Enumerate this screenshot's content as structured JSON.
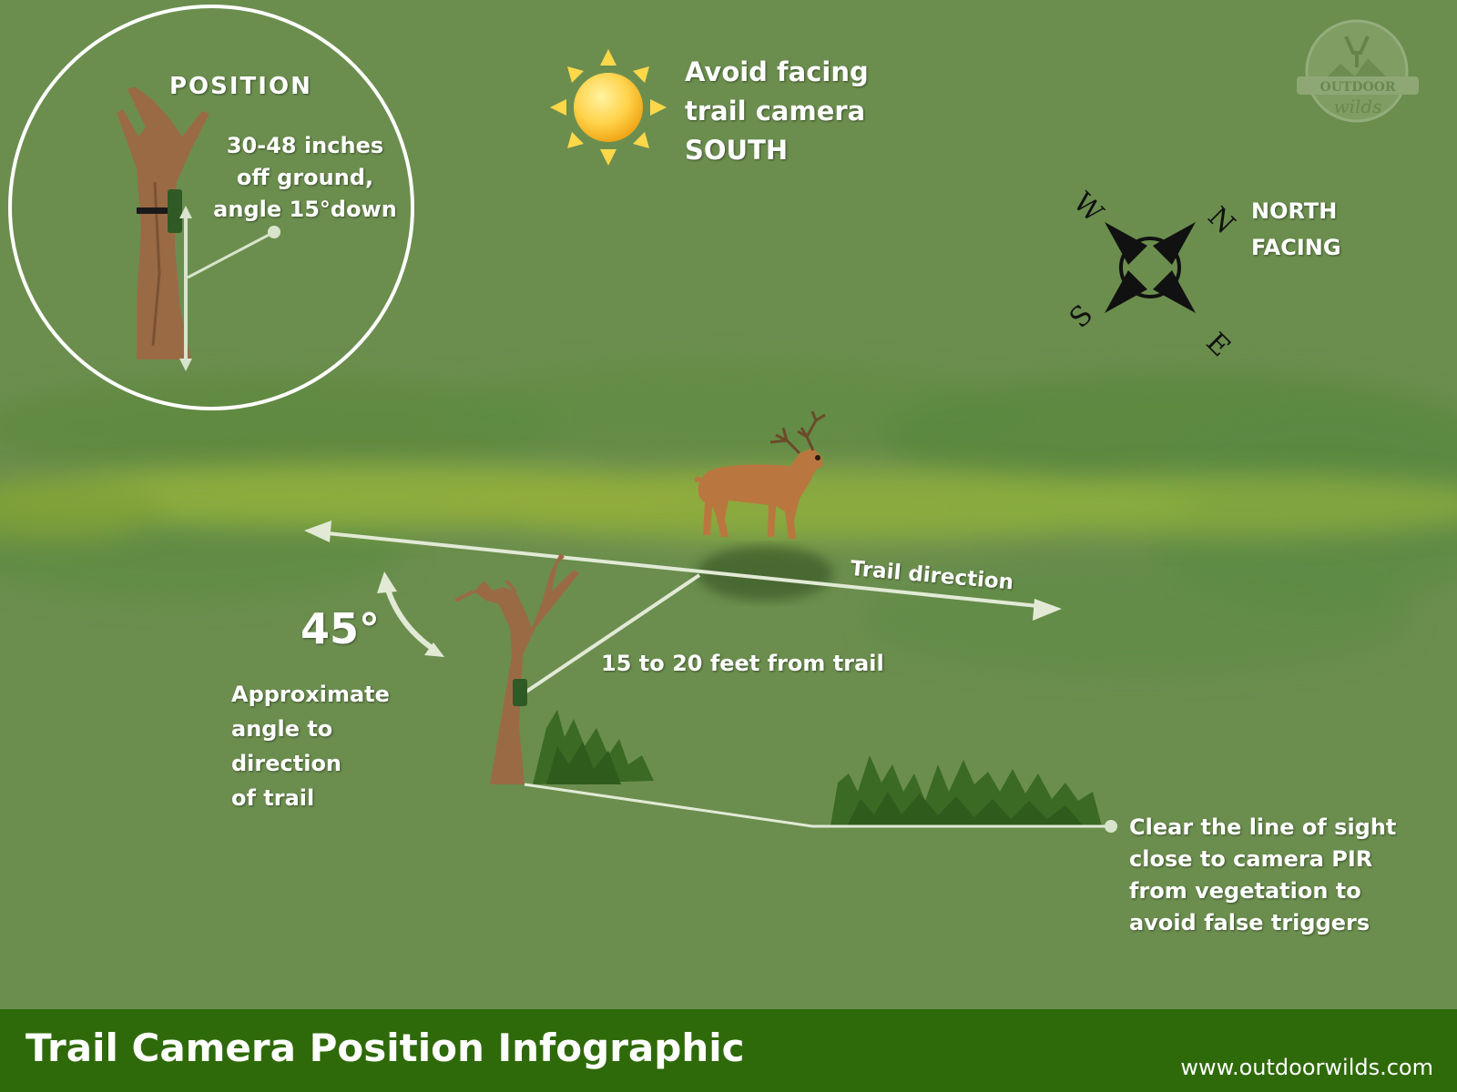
{
  "inset": {
    "title": "POSITION",
    "height_note": [
      "30-48 inches",
      "off ground,",
      "angle 15°down"
    ]
  },
  "sun": {
    "icon": "sun-icon",
    "note": [
      "Avoid facing",
      "trail camera",
      "SOUTH"
    ]
  },
  "compass": {
    "icon": "compass-icon",
    "letters": {
      "north": "N",
      "east": "E",
      "south": "S",
      "west": "W"
    },
    "label": [
      "NORTH",
      "FACING"
    ]
  },
  "logo": {
    "text": "OUTDOOR",
    "script": "wilds"
  },
  "trail": {
    "direction_label": "Trail direction",
    "distance_label": "15 to 20 feet from trail"
  },
  "angle": {
    "value": "45°",
    "note": [
      "Approximate",
      "angle to",
      "direction",
      "of trail"
    ]
  },
  "vegetation": {
    "note": [
      "Clear the line of sight",
      "close to camera PIR",
      "from vegetation to",
      "avoid false triggers"
    ]
  },
  "footer": {
    "title": "Trail Camera Position Infographic",
    "url": "www.outdoorwilds.com"
  },
  "colors": {
    "background": "#6b8e4e",
    "trail": "#8fae3c",
    "footer": "#2f6a0a",
    "text": "#ffffff"
  }
}
